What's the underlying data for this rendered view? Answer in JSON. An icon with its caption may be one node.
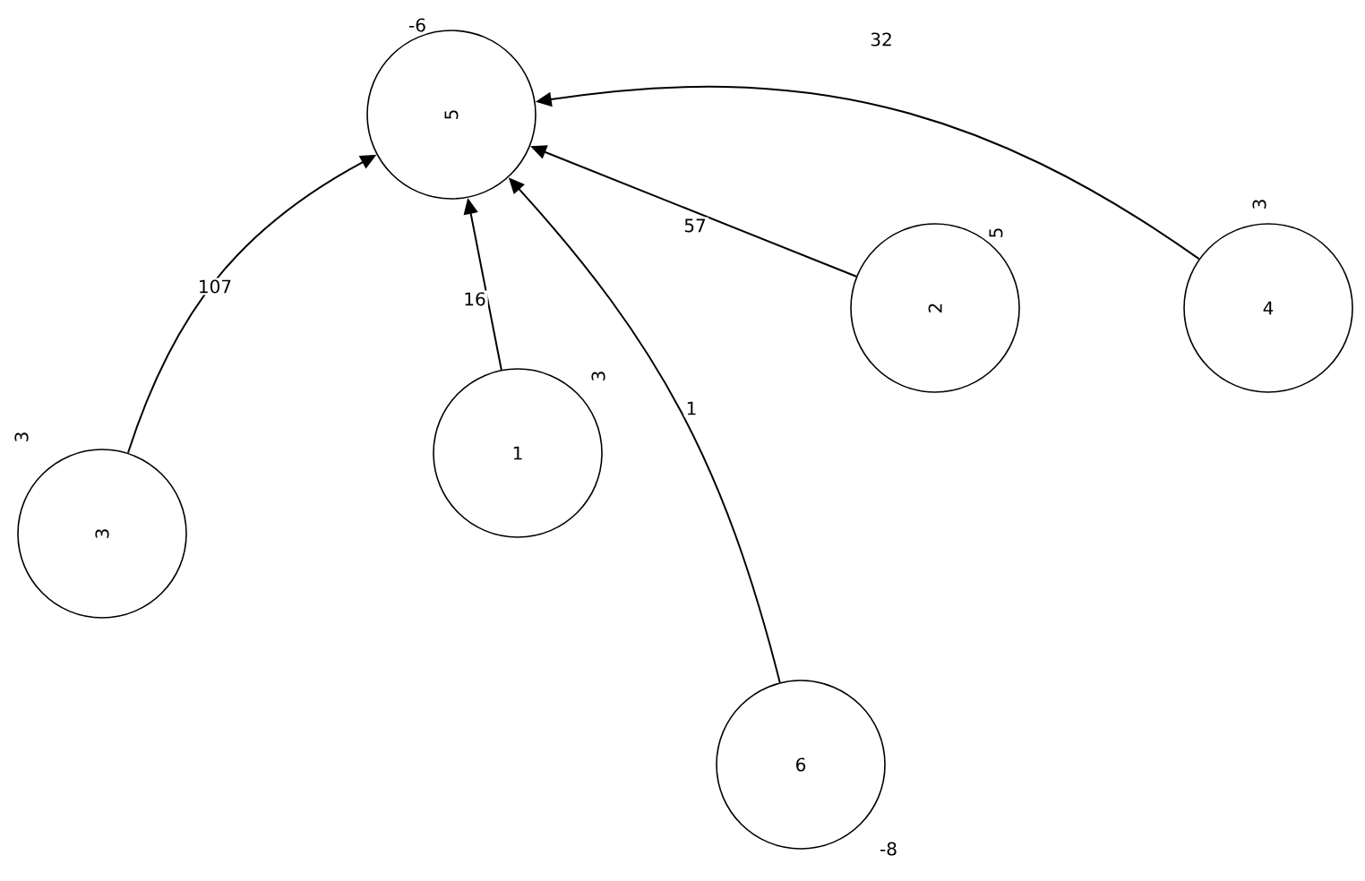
{
  "diagram": {
    "nodes": [
      {
        "text": [
          "5"
        ],
        "beside": [
          "-6"
        ]
      },
      {
        "text": [
          "3"
        ],
        "beside": [
          "3"
        ]
      },
      {
        "text": [
          "1"
        ],
        "beside": [
          "3"
        ]
      },
      {
        "text": [
          "2"
        ],
        "beside": [
          "5"
        ]
      },
      {
        "text": [
          "4"
        ],
        "beside": [
          "3"
        ]
      },
      {
        "text": [
          "6"
        ],
        "beside": [
          "-8"
        ]
      }
    ],
    "edges": [
      {
        "from": 1,
        "to": 0,
        "arrow": "to",
        "label": "107"
      },
      {
        "from": 2,
        "to": 0,
        "arrow": "to",
        "label": "16"
      },
      {
        "from": 5,
        "to": 0,
        "arrow": "to",
        "label": "1"
      },
      {
        "from": 3,
        "to": 0,
        "arrow": "to",
        "label": "57"
      },
      {
        "from": 4,
        "to": 0,
        "arrow": "to",
        "label": "32"
      }
    ]
  }
}
